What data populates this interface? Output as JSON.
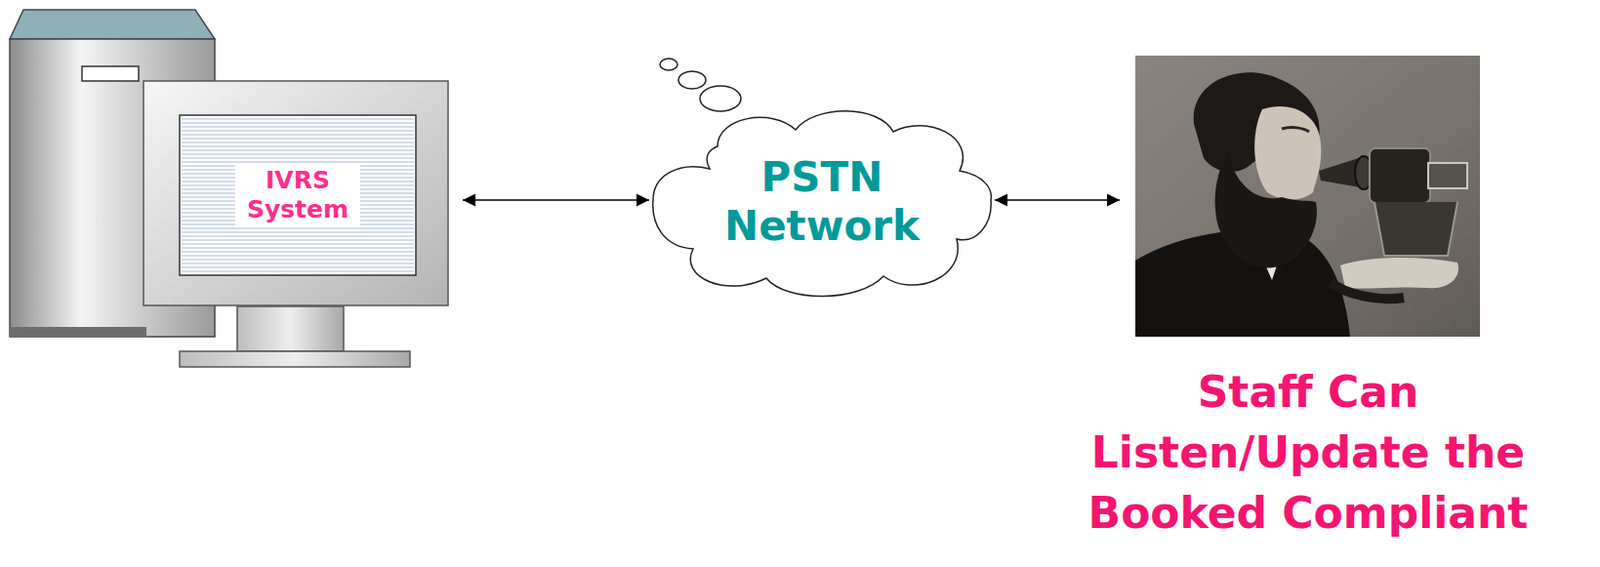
{
  "diagram": {
    "nodes": [
      {
        "text": [
          "IVRS System"
        ]
      },
      {
        "text": [
          "PSTN Network"
        ]
      },
      {
        "text": [
          "Staff Can Listen/Update the Booked Compliant"
        ]
      }
    ],
    "edges": [
      {
        "from": 0,
        "to": 1,
        "arrow": "both"
      },
      {
        "from": 1,
        "to": 2,
        "arrow": "both"
      }
    ]
  }
}
